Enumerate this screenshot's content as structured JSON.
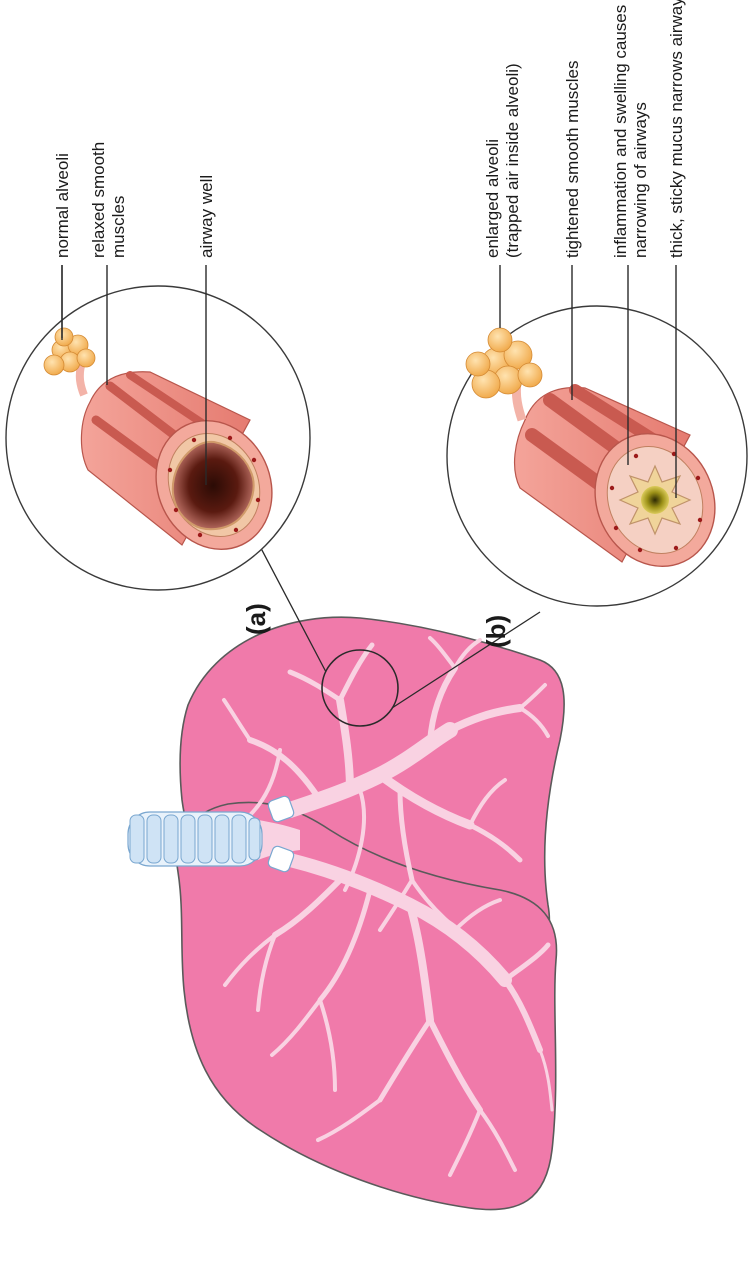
{
  "panels": {
    "a": {
      "tag": "(a)",
      "labels": [
        "normal alveoli",
        "relaxed smooth",
        "muscles",
        "airway well"
      ]
    },
    "b": {
      "tag": "(b)",
      "labels": [
        "enlarged alveoli",
        "(trapped air inside alveoli)",
        "tightened smooth muscles",
        "inflammation and swelling causes",
        "narrowing of airways",
        "thick, sticky mucus narrows airway"
      ]
    }
  },
  "colors": {
    "lung": "#f07aaa",
    "lung_outline": "#5a5a5a",
    "bronchi": "#f9d2e2",
    "trachea": "#cfe3f5",
    "airway": "#e8867e",
    "alveoli": "#f7b760",
    "mucus": "#b8a81a"
  }
}
